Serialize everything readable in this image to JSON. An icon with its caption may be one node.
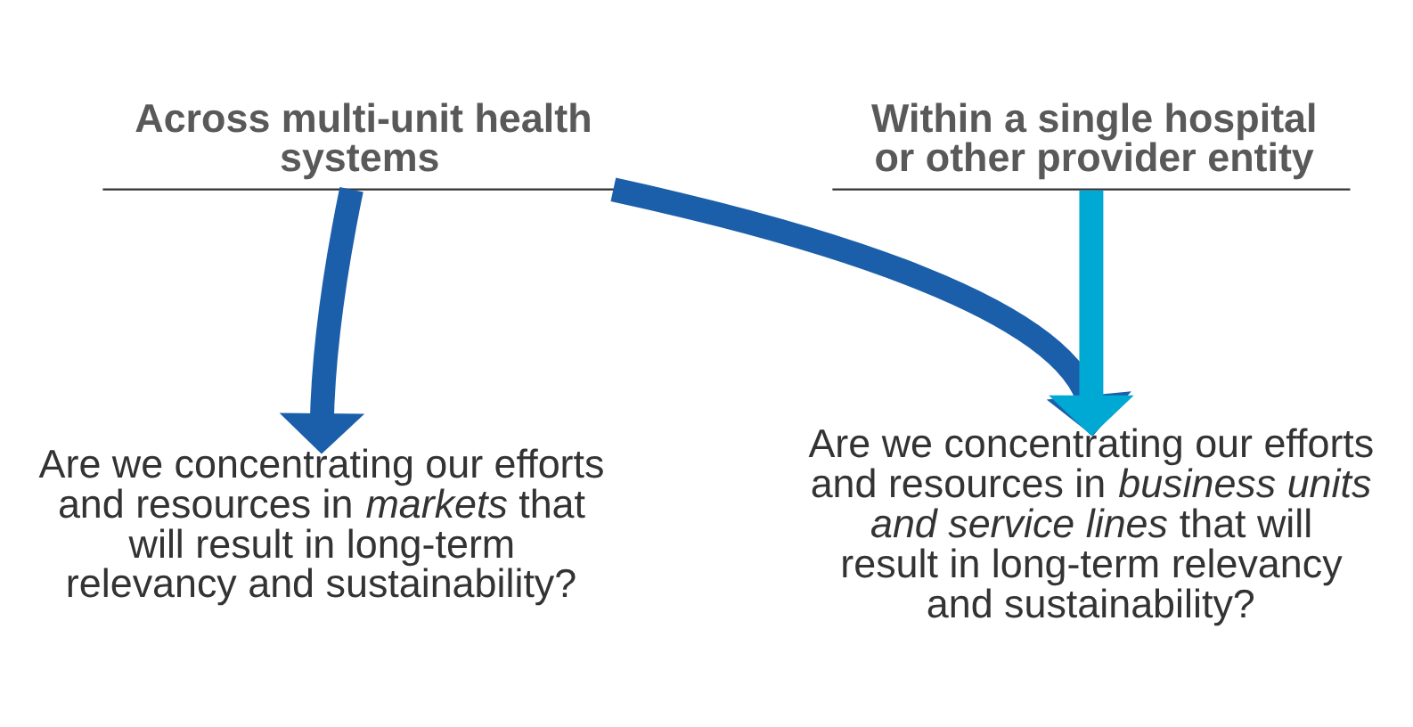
{
  "diagram": {
    "nodes": [
      {
        "text": [
          "Across multi-unit health systems"
        ]
      },
      {
        "text": [
          "Within a single hospital or other provider entity"
        ]
      },
      {
        "text": [
          "Are we concentrating our efforts and resources in *markets* that will result in long-term relevancy and sustainability?"
        ]
      },
      {
        "text": [
          "Are we concentrating our efforts and resources in *business units and service lines* that will result in long-term relevancy and sustainability?"
        ]
      }
    ],
    "edges": [
      {
        "from": 0,
        "to": 2,
        "arrow": "to"
      },
      {
        "from": 0,
        "to": 3,
        "arrow": "to"
      },
      {
        "from": 1,
        "to": 3,
        "arrow": "to",
        "color": "#00a8d4"
      }
    ]
  }
}
